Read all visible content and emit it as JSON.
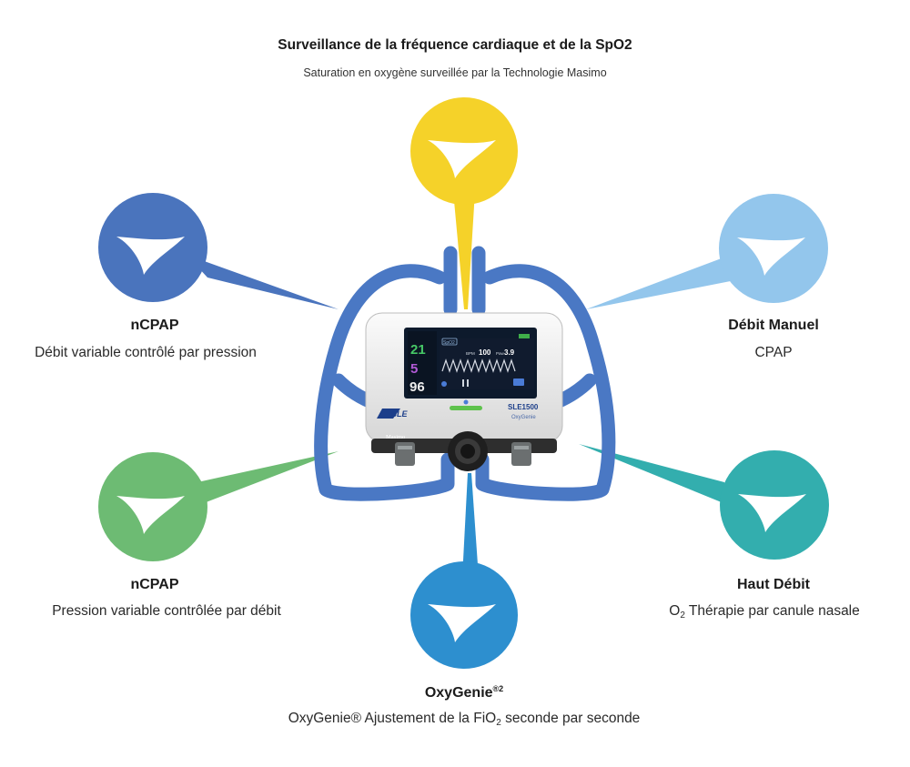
{
  "header": {
    "title": "Surveillance de la fréquence cardiaque et de la SpO2",
    "subtitle": "Saturation en oxygène surveillée par la Technologie Masimo"
  },
  "colors": {
    "lungs": "#4a78c4",
    "top": "#f5d229",
    "top_left": "#4a74bd",
    "top_right": "#93c6ec",
    "bottom_left": "#6dbb73",
    "bottom_right": "#33aeae",
    "bottom": "#2d8fcf"
  },
  "nodes": {
    "top_left": {
      "title": "nCPAP",
      "subtitle": "Débit variable contrôlé par pression"
    },
    "top_right": {
      "title": "Débit Manuel",
      "subtitle": "CPAP"
    },
    "bottom_left": {
      "title": "nCPAP",
      "subtitle": "Pression variable contrôlée par débit"
    },
    "bottom_right": {
      "title": "Haut Débit",
      "subtitle_prefix": "O",
      "subtitle_sub": "2",
      "subtitle_rest": " Thérapie par canule nasale"
    },
    "bottom": {
      "title": "OxyGenie",
      "title_sup": "®2",
      "subtitle_prefix": "OxyGenie® Ajustement de la FiO",
      "subtitle_sub": "2",
      "subtitle_rest": " seconde par seconde"
    }
  },
  "device": {
    "brand": "SLE",
    "model": "SLE1500",
    "model_sub": "OxyGenie",
    "masimo_label": "Masimo",
    "screen": {
      "mode_label": "SpO2",
      "value_top": "21",
      "value_mid": "5",
      "value_bottom": "96",
      "bpm_label": "BPM",
      "bpm_value": "100",
      "pressure_label": "Paw",
      "pressure_value": "3.9"
    }
  }
}
